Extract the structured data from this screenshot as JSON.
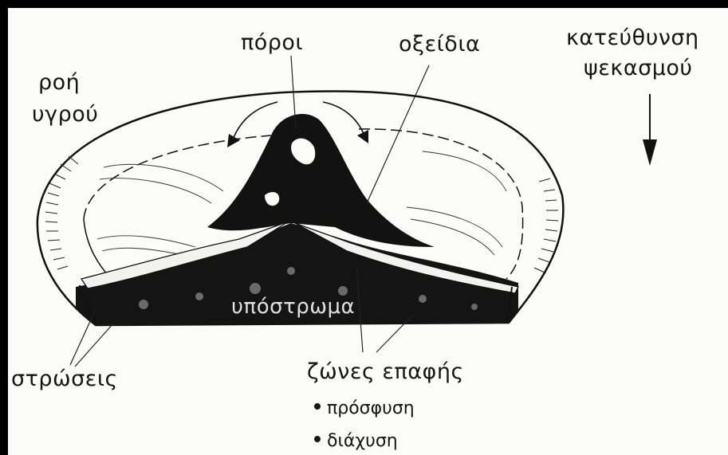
{
  "diagram": {
    "labels": {
      "pores": "πόροι",
      "oxides": "οξείδια",
      "spray_direction_line1": "κατεύθυνση",
      "spray_direction_line2": "ψεκασμού",
      "liquid_flow_line1": "ροή",
      "liquid_flow_line2": "υγρού",
      "layers": "στρώσεις",
      "substrate": "υπόστρωμα",
      "contact_zones": "ζώνες επαφής"
    },
    "contact_types": [
      "πρόσφυση",
      "διάχυση"
    ]
  }
}
